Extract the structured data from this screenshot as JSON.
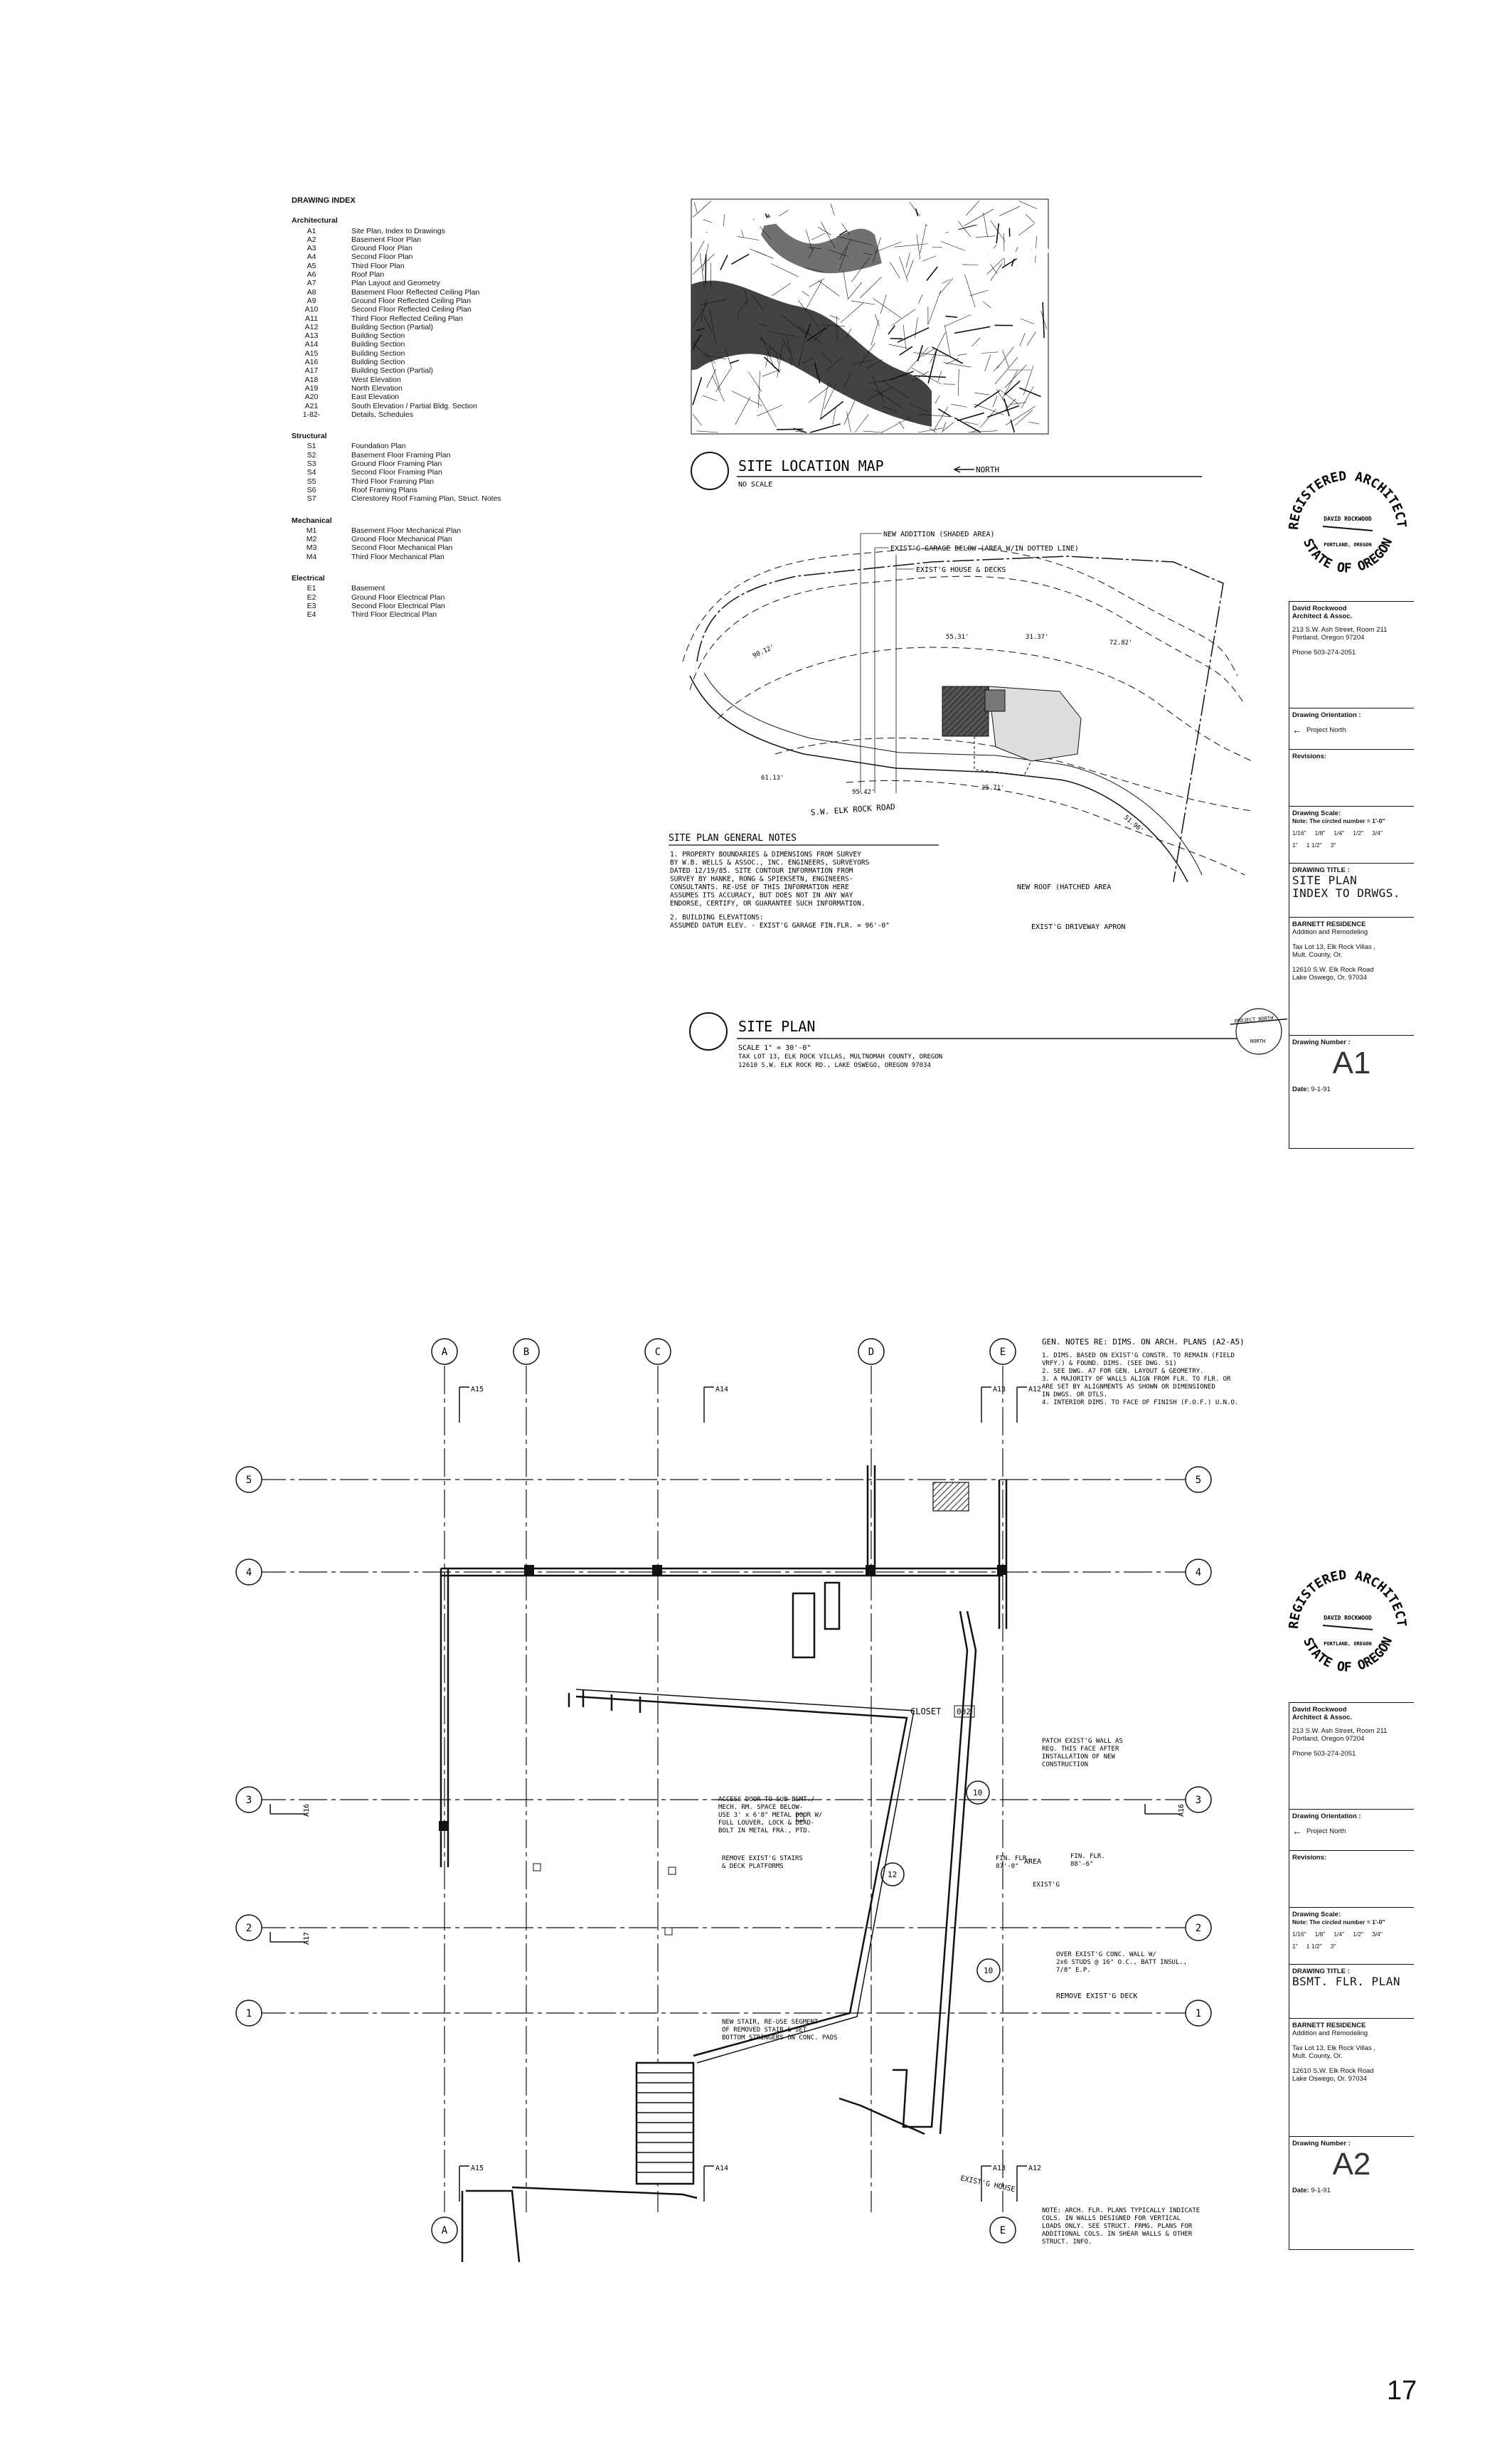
{
  "drawing_index": {
    "title": "DRAWING INDEX",
    "groups": [
      {
        "title": "Architectural",
        "items": [
          {
            "code": "A1",
            "desc": "Site Plan, Index to Drawings"
          },
          {
            "code": "A2",
            "desc": "Basement Floor Plan"
          },
          {
            "code": "A3",
            "desc": "Ground Floor Plan"
          },
          {
            "code": "A4",
            "desc": "Second Floor Plan"
          },
          {
            "code": "A5",
            "desc": "Third Floor Plan"
          },
          {
            "code": "A6",
            "desc": "Roof Plan"
          },
          {
            "code": "A7",
            "desc": "Plan Layout and Geometry"
          },
          {
            "code": "A8",
            "desc": "Basement Floor Reflected Ceiling Plan"
          },
          {
            "code": "A9",
            "desc": "Ground Floor Reflected Ceiling Plan"
          },
          {
            "code": "A10",
            "desc": "Second Floor Reflected Ceiling Plan"
          },
          {
            "code": "A11",
            "desc": "Third Floor Reflected Ceiling Plan"
          },
          {
            "code": "A12",
            "desc": "Building  Section  (Partial)"
          },
          {
            "code": "A13",
            "desc": "Building Section"
          },
          {
            "code": "A14",
            "desc": "Building Section"
          },
          {
            "code": "A15",
            "desc": "Building Section"
          },
          {
            "code": "A16",
            "desc": "Building Section"
          },
          {
            "code": "A17",
            "desc": "Building  Section  (Partial)"
          },
          {
            "code": "A18",
            "desc": "West Elevation"
          },
          {
            "code": "A19",
            "desc": "North Elevation"
          },
          {
            "code": "A20",
            "desc": "East Elevation"
          },
          {
            "code": "A21",
            "desc": "South Elevation / Partial Bldg. Section"
          },
          {
            "code": "1-82-",
            "desc": "Details, Schedules"
          }
        ]
      },
      {
        "title": "Structural",
        "items": [
          {
            "code": "S1",
            "desc": "Foundation Plan"
          },
          {
            "code": "S2",
            "desc": "Basement Floor Framing Plan"
          },
          {
            "code": "S3",
            "desc": "Ground Floor Framing Plan"
          },
          {
            "code": "S4",
            "desc": "Second Floor Framing Plan"
          },
          {
            "code": "S5",
            "desc": "Third Floor Framing Plan"
          },
          {
            "code": "S6",
            "desc": "Roof Framing Plans"
          },
          {
            "code": "S7",
            "desc": "Clerestorey Roof Framing Plan, Struct. Notes"
          }
        ]
      },
      {
        "title": "Mechanical",
        "items": [
          {
            "code": "M1",
            "desc": "Basement Floor Mechanical Plan"
          },
          {
            "code": "M2",
            "desc": "Ground Floor Mechanical Plan"
          },
          {
            "code": "M3",
            "desc": "Second Floor Mechanical Plan"
          },
          {
            "code": "M4",
            "desc": "Third Floor Mechanical Plan"
          }
        ]
      },
      {
        "title": "Electrical",
        "items": [
          {
            "code": "E1",
            "desc": "Basement"
          },
          {
            "code": "E2",
            "desc": "Ground Floor Electrical Plan"
          },
          {
            "code": "E3",
            "desc": "Second Floor Electrical Plan"
          },
          {
            "code": "E4",
            "desc": "Third Floor Electrical Plan"
          }
        ]
      }
    ]
  },
  "sheet1": {
    "site_location_map": {
      "title": "SITE LOCATION MAP",
      "scale": "NO SCALE",
      "north": "NORTH"
    },
    "site_plan": {
      "labels": {
        "new_addition": "NEW ADDITION (SHADED AREA)",
        "exist_garage": "EXIST'G GARAGE BELOW (AREA W/IN DOTTED LINE)",
        "exist_house": "EXIST'G HOUSE & DECKS",
        "new_roof": "NEW ROOF (HATCHED AREA",
        "exist_driveway": "EXIST'G DRIVEWAY APRON",
        "road": "S.W. ELK ROCK ROAD",
        "dim_a": "55.31'",
        "dim_b": "31.37'",
        "dim_c": "72.82'",
        "dim_d": "90.12'",
        "dim_e": "61.13'",
        "dim_f": "95.42'",
        "dim_g": "25.71'",
        "dim_h": "51.96'"
      },
      "notes_title": "SITE PLAN GENERAL NOTES",
      "notes": [
        "1. PROPERTY BOUNDARIES & DIMENSIONS FROM SURVEY",
        "BY W.B. WELLS & ASSOC., INC. ENGINEERS, SURVEYORS",
        "DATED 12/19/85. SITE CONTOUR INFORMATION FROM",
        "SURVEY BY HANKE, RONG & SPIEKSETN, ENGINEERS-",
        "CONSULTANTS. RE-USE OF THIS INFORMATION HERE",
        "ASSUMES ITS ACCURACY, BUT DOES NOT IN ANY WAY",
        "ENDORSE, CERTIFY, OR GUARANTEE SUCH INFORMATION.",
        "2. BUILDING ELEVATIONS:",
        "ASSUMED DATUM ELEV. - EXIST'G GARAGE FIN.FLR. = 96'-0\""
      ],
      "title": "SITE PLAN",
      "scale_lines": [
        "SCALE  1\" = 30'-0\"",
        "TAX LOT 13, ELK ROCK VILLAS, MULTNOMAH COUNTY, OREGON",
        "12610 S.W. ELK ROCK RD., LAKE OSWEGO, OREGON 97034"
      ],
      "north_arrow": {
        "project": "PROJECT NORTH",
        "true": "NORTH"
      }
    }
  },
  "sheet2": {
    "gen_notes": {
      "title": "GEN. NOTES RE: DIMS. ON ARCH. PLANS (A2-A5)",
      "lines": [
        "1. DIMS. BASED ON EXIST'G CONSTR. TO REMAIN (FIELD",
        "   VRFY.) & FOUND. DIMS. (SEE DWG. S1)",
        "2. SEE DWG. A7 FOR GEN. LAYOUT & GEOMETRY.",
        "3. A MAJORITY OF WALLS ALIGN FROM FLR. TO FLR. OR",
        "   ARE SET BY ALIGNMENTS AS SHOWN OR DIMENSIONED",
        "   IN DWGS. OR DTLS.",
        "4. INTERIOR DIMS. TO FACE OF FINISH (F.O.F.) U.N.O."
      ]
    },
    "grid_cols": [
      "A",
      "B",
      "C",
      "D",
      "E"
    ],
    "grid_rows": [
      "5",
      "4",
      "3",
      "2",
      "1"
    ],
    "section_marks": {
      "a15": "A15",
      "a14": "A14",
      "a13": "A13",
      "a12": "A12",
      "a16": "A16",
      "a17": "A17"
    },
    "labels": {
      "closet": "CLOSET",
      "closet_no": "002",
      "patch_wall": [
        "PATCH EXIST'G WALL AS",
        "REQ. THIS FACE AFTER",
        "INSTALLATION OF NEW",
        "CONSTRUCTION"
      ],
      "access_door": [
        "ACCESS DOOR TO SUB-BSMT./",
        "MECH. RM. SPACE BELOW-",
        "USE 3' x 6'8\" METAL DOOR W/",
        "FULL LOUVER, LOCK & DEAD-",
        "BOLT IN METAL FRA., PTD."
      ],
      "remove_stairs": [
        "REMOVE EXIST'G STAIRS",
        "& DECK PLATFORMS"
      ],
      "fin_flr_1": [
        "FIN. FLR.",
        "87'-0\""
      ],
      "fin_flr_2": [
        "FIN. FLR.",
        "88'-6\""
      ],
      "over_wall": [
        "OVER EXIST'G CONC. WALL W/",
        "2x6 STUDS @ 16\" O.C., BATT INSUL.,",
        "7/8\" E.P."
      ],
      "remove_deck": "REMOVE EXIST'G DECK",
      "new_stair": [
        "NEW STAIR, RE-USE SEGMENT",
        "OF REMOVED STAIR & SET",
        "BOTTOM STRINGERS ON CONC. PADS"
      ],
      "exist_house": "EXIST'G HOUSE",
      "note": [
        "NOTE: ARCH. FLR. PLANS TYPICALLY INDICATE",
        "COLS. IN WALLS DESIGNED FOR VERTICAL",
        "LOADS ONLY. SEE STRUCT. FRMG. PLANS FOR",
        "ADDITIONAL COLS. IN SHEAR WALLS & OTHER",
        "STRUCT. INFO."
      ],
      "area_tag": "AREA",
      "exist_tag": "EXIST'G",
      "tag_10a": "10",
      "tag_12": "12",
      "tag_10b": "10"
    }
  },
  "title_blocks": [
    {
      "seal": {
        "top": "REGISTERED ARCHITECT",
        "name": "DAVID ROCKWOOD",
        "city": "PORTLAND, OREGON",
        "bottom": "STATE OF OREGON"
      },
      "architect": "David Rockwood",
      "firm": "Architect & Assoc.",
      "address1": "213 S.W. Ash Street, Room 211",
      "address2": "Portland, Oregon 97204",
      "phone": "Phone 503-274-2051",
      "orientation_label": "Drawing Orientation :",
      "orientation_value": "Project  North",
      "revisions_label": "Revisions:",
      "scale_label": "Drawing Scale:",
      "scale_note": "Note: The circled number = 1'-0\"",
      "scales_row1": [
        "1/16\"",
        "1/8\"",
        "1/4\"",
        "1/2\"",
        "3/4\""
      ],
      "scales_row2": [
        "1\"",
        "1 1/2\"",
        "3\""
      ],
      "title_label": "DRAWING TITLE :",
      "title_line1": "SITE PLAN",
      "title_line2": "INDEX TO DRWGS.",
      "project": "BARNETT RESIDENCE",
      "project_sub": "Addition and Remodeling",
      "lot1": "Tax Lot 13, Elk Rock Villas ,",
      "lot2": "Mult. County, Or.",
      "addr1": "12610 S.W. Elk Rock Road",
      "addr2": "Lake Oswego, Or. 97034",
      "number_label": "Drawing Number :",
      "number": "A1",
      "date_label": "Date:",
      "date": "9-1-91"
    },
    {
      "seal": {
        "top": "REGISTERED ARCHITECT",
        "name": "DAVID ROCKWOOD",
        "city": "PORTLAND, OREGON",
        "bottom": "STATE OF OREGON"
      },
      "architect": "David Rockwood",
      "firm": "Architect & Assoc.",
      "address1": "213 S.W. Ash Street, Room 211",
      "address2": "Portland, Oregon 97204",
      "phone": "Phone 503-274-2051",
      "orientation_label": "Drawing Orientation :",
      "orientation_value": "Project  North",
      "revisions_label": "Revisions:",
      "scale_label": "Drawing Scale:",
      "scale_note": "Note: The circled number = 1'-0\"",
      "scales_row1": [
        "1/16\"",
        "1/8\"",
        "1/4\"",
        "1/2\"",
        "3/4\""
      ],
      "scales_row2": [
        "1\"",
        "1 1/2\"",
        "3\""
      ],
      "title_label": "DRAWING TITLE :",
      "title_line1": "BSMT. FLR. PLAN",
      "title_line2": "",
      "project": "BARNETT RESIDENCE",
      "project_sub": "Addition and Remodeling",
      "lot1": "Tax Lot 13, Elk Rock Villas ,",
      "lot2": "Mult. County, Or.",
      "addr1": "12610 S.W. Elk Rock Road",
      "addr2": "Lake Oswego, Or. 97034",
      "number_label": "Drawing Number :",
      "number": "A2",
      "date_label": "Date:",
      "date": "9-1-91"
    }
  ],
  "page_number": "17"
}
